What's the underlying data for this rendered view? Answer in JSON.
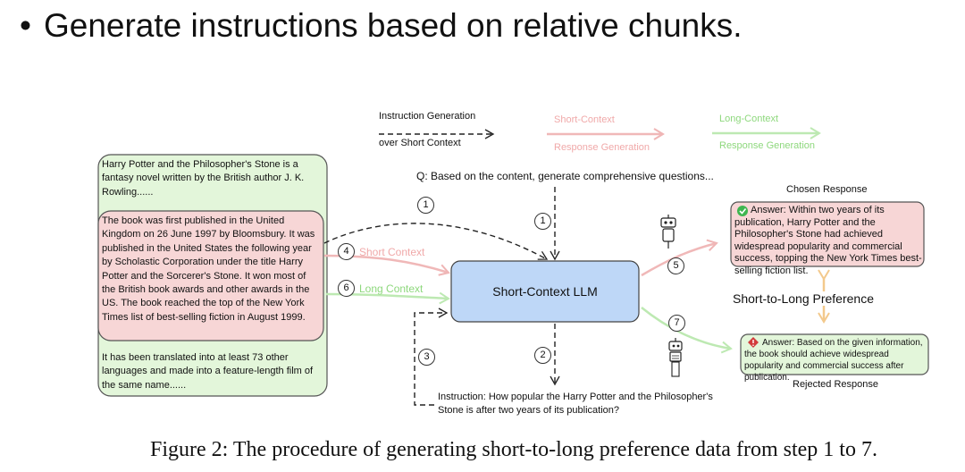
{
  "heading": {
    "bullet": "•",
    "text": "Generate instructions based on relative chunks."
  },
  "legend": {
    "instruction_generation_line1": "Instruction Generation",
    "instruction_generation_line2": "over Short Context",
    "short_context_line1": "Short-Context",
    "short_context_line2": "Response Generation",
    "long_context_line1": "Long-Context",
    "long_context_line2": "Response Generation"
  },
  "document": {
    "chunk_top": "Harry Potter and the Philosopher's Stone is a fantasy novel written by the British author J. K. Rowling......",
    "chunk_middle": "The book was first published in the United Kingdom on 26 June 1997 by Bloomsbury. It was published in the United States the following year by Scholastic Corporation under the title Harry Potter and the Sorcerer's Stone. It won most of the British book awards and other awards in the US. The book reached the top of the New York Times list of best-selling fiction in August 1999.",
    "chunk_bottom": "It has been translated into at least 73 other languages and made into a feature-length film of the same name......"
  },
  "question_prompt": "Q: Based on the content, generate comprehensive questions...",
  "llm_label": "Short-Context LLM",
  "steps": {
    "s1": "1",
    "s2": "2",
    "s3": "3",
    "s4": "4",
    "s5": "5",
    "s6": "6",
    "s7": "7"
  },
  "edge_labels": {
    "short_context": "Short Context",
    "long_context": "Long Context"
  },
  "instruction": "Instruction: How popular the Harry Potter and the Philosopher's Stone is after two years of its publication?",
  "chosen": {
    "title": "Chosen Response",
    "answer": "Answer: Within two years of its publication, Harry Potter and the Philosopher's Stone had achieved widespread popularity and commercial success, topping the New York Times best-selling fiction list."
  },
  "preference_label": "Short-to-Long Preference",
  "rejected": {
    "title": "Rejected Response",
    "answer": "Answer: Based on the given information, the book should achieve widespread popularity and commercial success after publication."
  },
  "caption": "Figure 2: The procedure of generating short-to-long preference data from step 1 to 7.",
  "colors": {
    "green_fill": "#e3f6da",
    "green_line": "#b9e8ad",
    "pink_fill": "#f7d6d6",
    "pink_line": "#f0b8b8",
    "llm_fill": "#bed7f7",
    "check_green": "#3fb650",
    "warn_red": "#d23c3c",
    "pref_arrow": "#f3c98c"
  }
}
